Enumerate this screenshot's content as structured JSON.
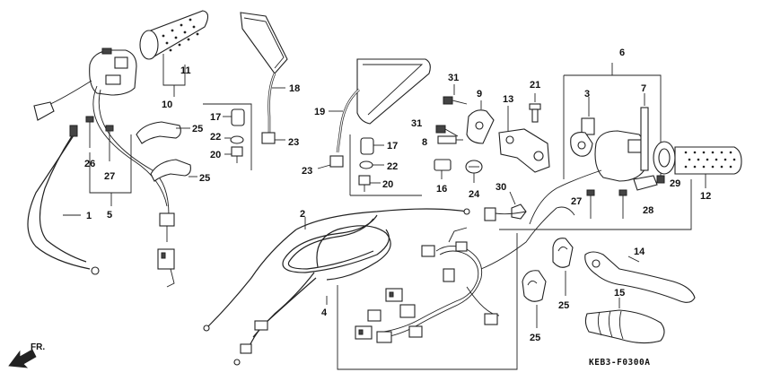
{
  "drawing_code": "KEB3-F0300A",
  "front_marker": "FR.",
  "callouts": {
    "c1": "1",
    "c2": "2",
    "c3": "3",
    "c4": "4",
    "c5": "5",
    "c6": "6",
    "c7": "7",
    "c8": "8",
    "c9": "9",
    "c10": "10",
    "c11": "11",
    "c12": "12",
    "c13": "13",
    "c14": "14",
    "c15": "15",
    "c16": "16",
    "c17a": "17",
    "c17b": "17",
    "c18": "18",
    "c19": "19",
    "c20a": "20",
    "c20b": "20",
    "c21": "21",
    "c22a": "22",
    "c22b": "22",
    "c23a": "23",
    "c23b": "23",
    "c24": "24",
    "c25a": "25",
    "c25b": "25",
    "c25c": "25",
    "c25d": "25",
    "c26": "26",
    "c27a": "27",
    "c27b": "27",
    "c28": "28",
    "c29": "29",
    "c30": "30",
    "c31a": "31",
    "c31b": "31"
  }
}
